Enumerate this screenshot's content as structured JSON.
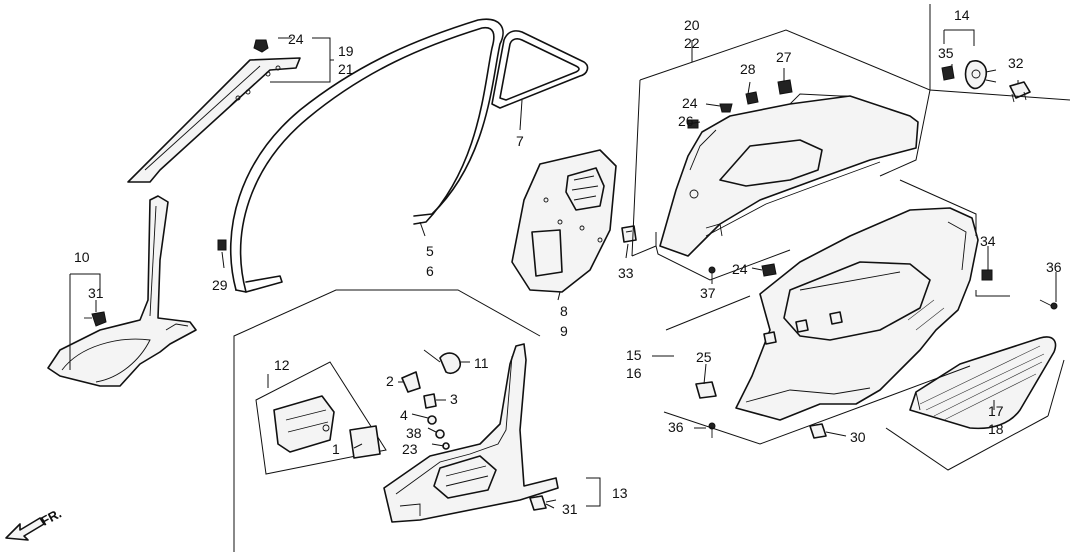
{
  "callouts": {
    "c1": "1",
    "c2": "2",
    "c3": "3",
    "c4": "4",
    "c5": "5",
    "c6": "6",
    "c7": "7",
    "c8": "8",
    "c9": "9",
    "c10": "10",
    "c11": "11",
    "c12": "12",
    "c13": "13",
    "c14": "14",
    "c15": "15",
    "c16": "16",
    "c17": "17",
    "c18": "18",
    "c19": "19",
    "c20": "20",
    "c21": "21",
    "c22": "22",
    "c23": "23",
    "c24": "24",
    "c25": "25",
    "c26": "26",
    "c27": "27",
    "c28": "28",
    "c29": "29",
    "c30": "30",
    "c31": "31",
    "c32": "32",
    "c33": "33",
    "c34": "34",
    "c35": "35",
    "c36": "36",
    "c37": "37",
    "c38": "38"
  },
  "direction_label": "FR."
}
